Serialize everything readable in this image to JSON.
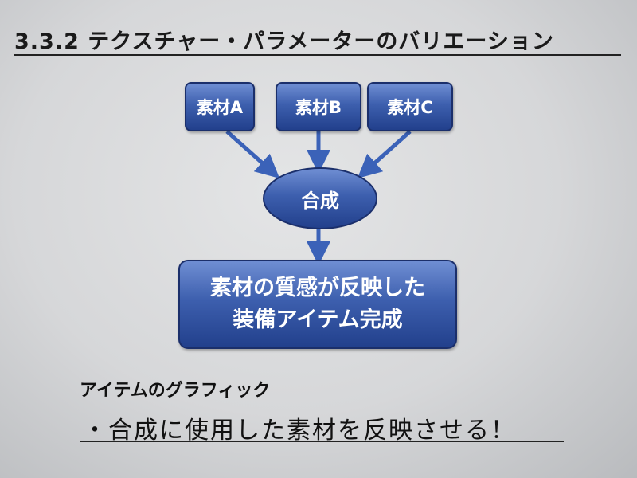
{
  "title": "3.3.2 テクスチャー・パラメーターのバリエーション",
  "diagram": {
    "materials": [
      "素材A",
      "素材B",
      "素材C"
    ],
    "synthesis": "合成",
    "result_line1": "素材の質感が反映した",
    "result_line2": "装備アイテム完成"
  },
  "subheading": "アイテムのグラフィック",
  "bullet": "・合成に使用した素材を反映させる！",
  "colors": {
    "box": "#3d5fae",
    "arrow": "#3b62b8"
  }
}
